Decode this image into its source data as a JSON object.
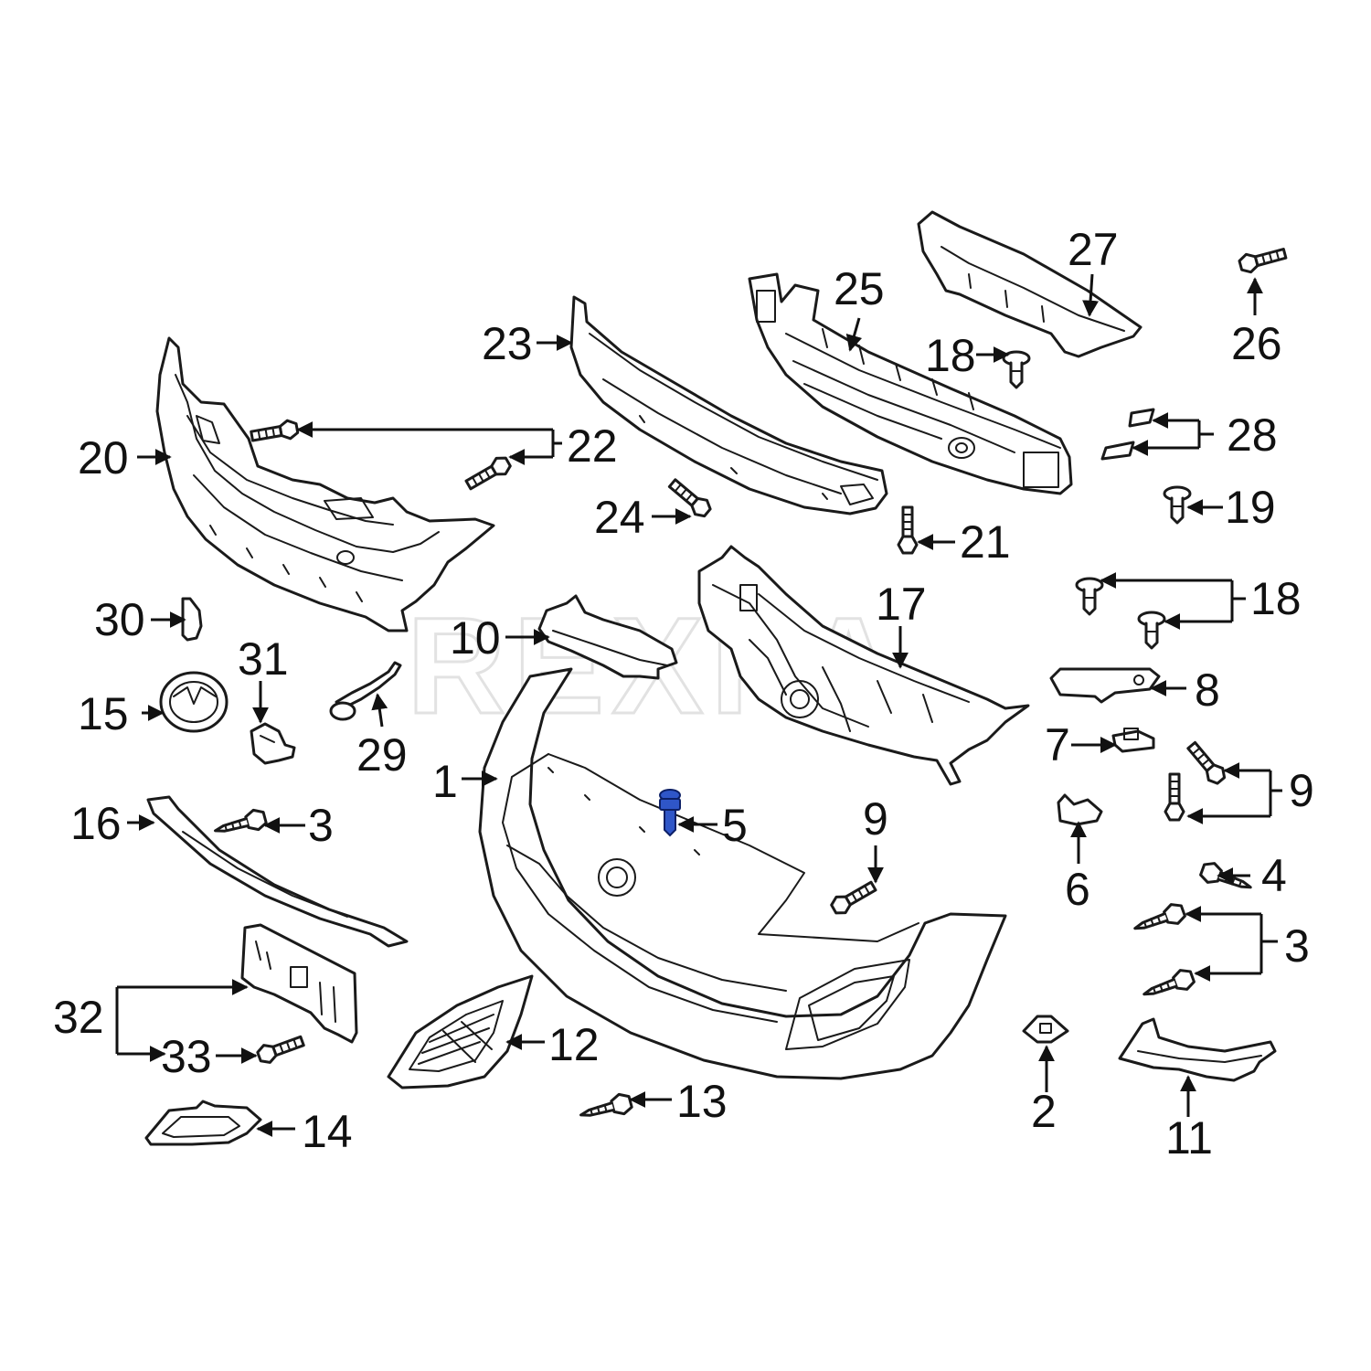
{
  "watermark": "REXPA",
  "highlight_color": "#2f56c8",
  "callouts": {
    "c1": "1",
    "c2": "2",
    "c3a": "3",
    "c3b": "3",
    "c4": "4",
    "c5": "5",
    "c6": "6",
    "c7": "7",
    "c8": "8",
    "c9a": "9",
    "c9b": "9",
    "c10": "10",
    "c11": "11",
    "c12": "12",
    "c13": "13",
    "c14": "14",
    "c15": "15",
    "c16": "16",
    "c17": "17",
    "c18a": "18",
    "c18b": "18",
    "c19": "19",
    "c20": "20",
    "c21": "21",
    "c22": "22",
    "c23": "23",
    "c24": "24",
    "c25": "25",
    "c26": "26",
    "c27": "27",
    "c28": "28",
    "c29": "29",
    "c30": "30",
    "c31": "31",
    "c32": "32",
    "c33": "33"
  }
}
